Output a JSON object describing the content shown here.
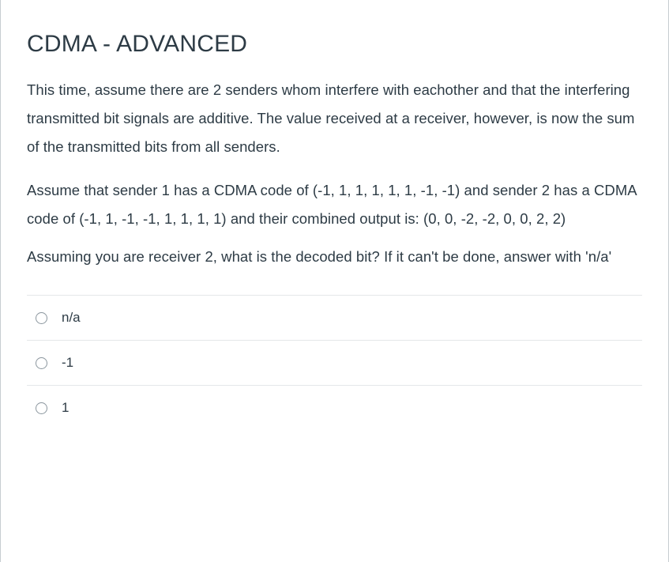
{
  "quiz": {
    "title": "CDMA - ADVANCED",
    "paragraphs": [
      "This time, assume there are 2 senders whom interfere with eachother and that the interfering transmitted bit signals are additive. The value received at a receiver, however, is now the sum of the transmitted bits from all senders.",
      "Assume that sender 1 has a CDMA code of (-1, 1, 1, 1, 1, 1, -1, -1) and sender 2 has a CDMA code of (-1, 1, -1, -1, 1, 1, 1, 1) and their combined output is: (0, 0, -2, -2, 0, 0, 2, 2)",
      "Assuming you are receiver 2, what is the decoded bit? If it can't be done, answer with 'n/a'"
    ],
    "answers": [
      {
        "label": "n/a",
        "selected": false
      },
      {
        "label": "-1",
        "selected": false
      },
      {
        "label": "1",
        "selected": false
      }
    ],
    "colors": {
      "text": "#2d3b45",
      "border": "#c7cdd1",
      "separator": "#e4e7e9",
      "radio_border": "#8b969e"
    }
  }
}
